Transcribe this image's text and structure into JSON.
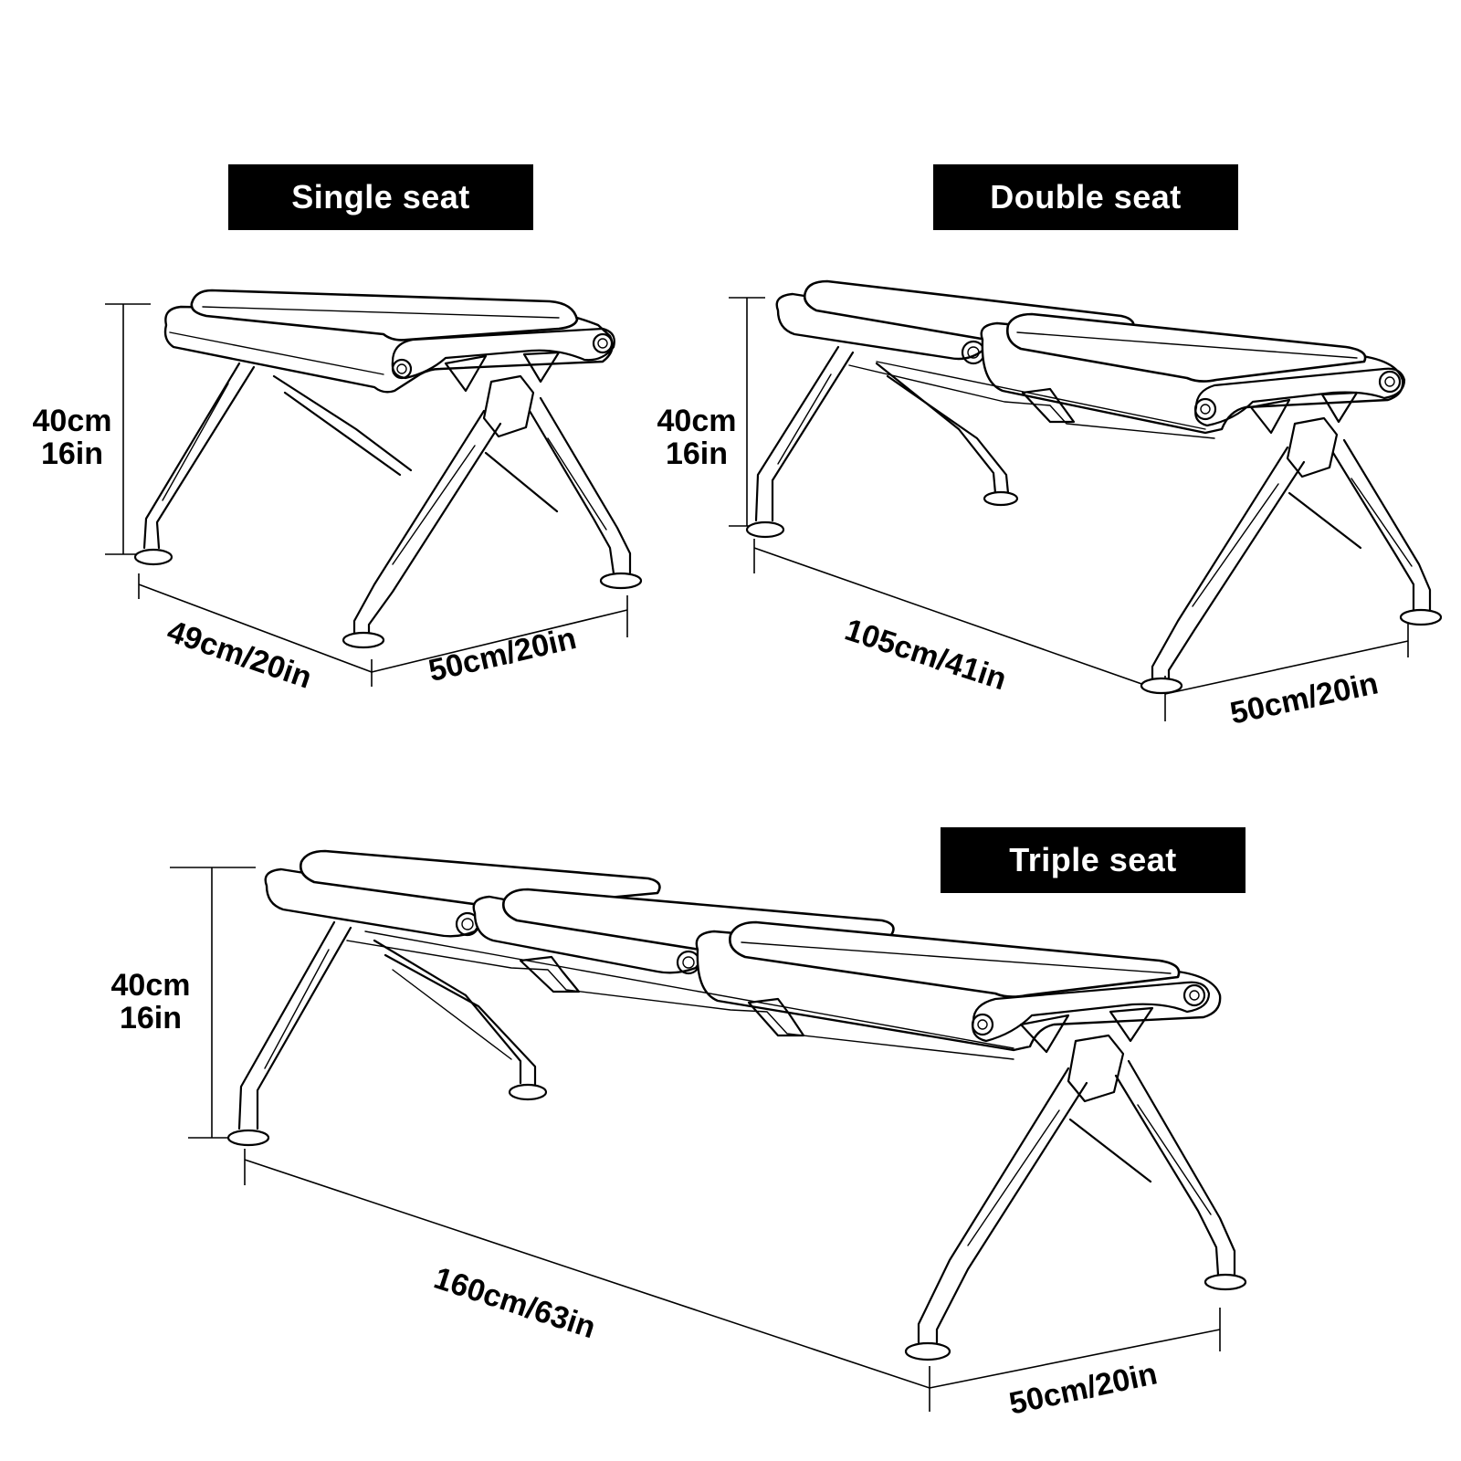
{
  "titles": {
    "single": "Single seat",
    "double": "Double seat",
    "triple": "Triple seat"
  },
  "single": {
    "height_cm": "40cm",
    "height_in": "16in",
    "depth": "49cm/20in",
    "width": "50cm/20in"
  },
  "double": {
    "height_cm": "40cm",
    "height_in": "16in",
    "length": "105cm/41in",
    "width": "50cm/20in"
  },
  "triple": {
    "height_cm": "40cm",
    "height_in": "16in",
    "length": "160cm/63in",
    "width": "50cm/20in"
  }
}
